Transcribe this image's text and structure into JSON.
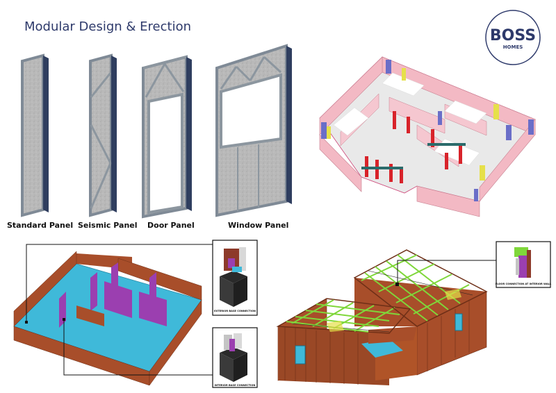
{
  "title": "Modular Design & Erection",
  "logo": {
    "line1": "BOSS",
    "line2": "HOMES"
  },
  "panels": [
    {
      "label": "Standard Panel"
    },
    {
      "label": "Seismic Panel"
    },
    {
      "label": "Door Panel"
    },
    {
      "label": "Window Panel"
    }
  ],
  "callouts": {
    "exterior_base": "EXTERIOR BASE CONNECTION",
    "interior_base": "INTERIOR BASE CONNECTION",
    "floor_interior": "FLOOR CONNECTION AT INTERIOR WALL"
  },
  "colors": {
    "title": "#2e3a6b",
    "panel_fill": "#b7b7b7",
    "frame": "#7f8a96",
    "wall_pink": "#f3b9c4",
    "wall_brown": "#a84e2a",
    "floor_blue": "#3fb9d9",
    "interior_purple": "#9b3fb0",
    "truss_green": "#7fd73a"
  }
}
